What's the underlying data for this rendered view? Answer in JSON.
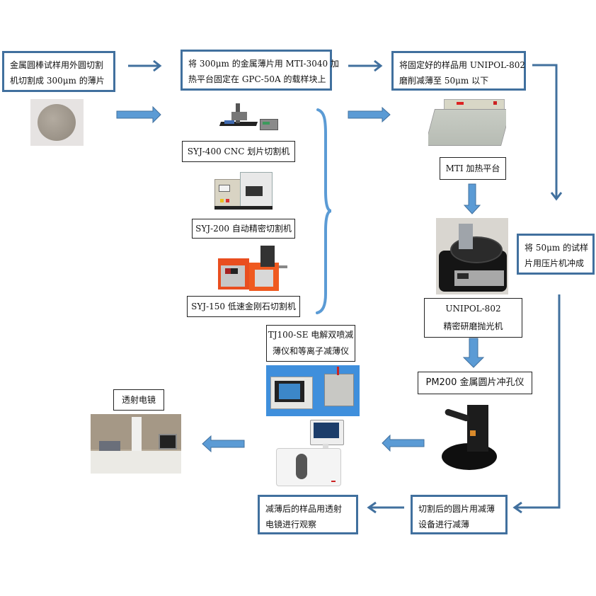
{
  "steps": {
    "step1": [
      "金属圆棒试样用外圆切割",
      "机切割成 300μm 的薄片"
    ],
    "step2": [
      "将 300μm 的金属薄片用 MTI-3040 加",
      "热平台固定在 GPC-50A 的载样块上"
    ],
    "step3": [
      "将固定好的样品用 UNIPOL-802",
      "磨削减薄至 50μm 以下"
    ],
    "step4": [
      "将 50μm 的试样",
      "片用压片机冲成"
    ],
    "step5": [
      "切割后的圆片用减薄",
      "设备进行减薄"
    ],
    "step6": [
      "减薄后的样品用透射",
      "电镜进行观察"
    ]
  },
  "equipment": {
    "cutter1": "SYJ-400 CNC 划片切割机",
    "cutter2": "SYJ-200 自动精密切割机",
    "cutter3": "SYJ-150 低速金刚石切割机",
    "heating": "MTI 加热平台",
    "polisher": [
      "UNIPOL-802",
      "精密研磨抛光机"
    ],
    "punch": "PM200 金属圆片冲孔仪",
    "thinner": [
      "TJ100-SE 电解双喷减",
      "薄仪和等离子减薄仪"
    ],
    "tem": "透射电镜"
  },
  "colors": {
    "box_border": "#41709e",
    "arrow_fill": "#5b9bd5",
    "arrow_outline": "#41709e",
    "connector": "#41709e"
  }
}
